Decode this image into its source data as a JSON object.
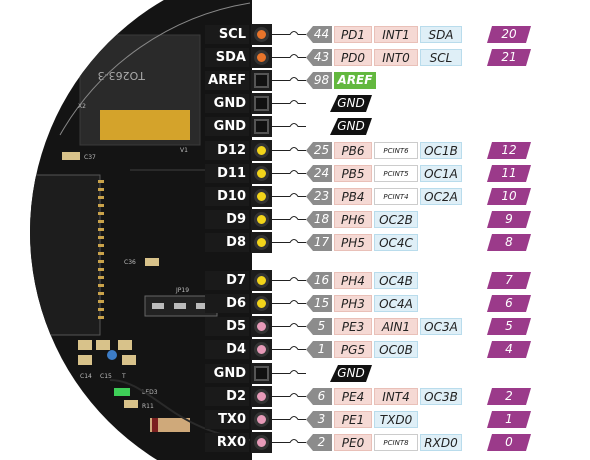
{
  "board_text": {
    "chip": "TO263-3",
    "jp": "JP19",
    "c37": "C37",
    "c36": "C36",
    "led": "LED3",
    "r11": "R11",
    "c14": "C14",
    "c15": "C15",
    "v1": "V1",
    "x2": "X2",
    "t": "T"
  },
  "colors": {
    "pin_orange": "#e8742a",
    "pin_yellow": "#f2d41a",
    "pin_pink": "#e79ab8",
    "num_gray": "#8c8c8c",
    "port_pink": "#f5d9d4",
    "alt_blue": "#dfeff7",
    "digital_purple": "#9b3a8a",
    "aref_green": "#63b83f"
  },
  "pins": [
    {
      "label": "SCL",
      "pin_color": "orange",
      "num": "44",
      "port": "PD1",
      "alt1": "INT1",
      "alt2": "SDA",
      "digital": "20"
    },
    {
      "label": "SDA",
      "pin_color": "orange",
      "num": "43",
      "port": "PD0",
      "alt1": "INT0",
      "alt2": "SCL",
      "digital": "21"
    },
    {
      "label": "AREF",
      "pin_color": "black",
      "num": "98",
      "aref": "AREF"
    },
    {
      "label": "GND",
      "pin_color": "black",
      "gnd": "GND"
    },
    {
      "label": "GND",
      "pin_color": "black",
      "gnd": "GND"
    },
    {
      "label": "D12",
      "pin_color": "yellow",
      "num": "25",
      "port": "PB6",
      "pcint": "PCINT6",
      "alt2": "OC1B",
      "digital": "12"
    },
    {
      "label": "D11",
      "pin_color": "yellow",
      "num": "24",
      "port": "PB5",
      "pcint": "PCINT5",
      "alt2": "OC1A",
      "digital": "11"
    },
    {
      "label": "D10",
      "pin_color": "yellow",
      "num": "23",
      "port": "PB4",
      "pcint": "PCINT4",
      "alt2": "OC2A",
      "digital": "10"
    },
    {
      "label": "D9",
      "pin_color": "yellow",
      "num": "18",
      "port": "PH6",
      "alt1b": "OC2B",
      "digital": "9"
    },
    {
      "label": "D8",
      "pin_color": "yellow",
      "num": "17",
      "port": "PH5",
      "alt1b": "OC4C",
      "digital": "8"
    },
    {
      "label": "D7",
      "pin_color": "yellow",
      "num": "16",
      "port": "PH4",
      "alt1b": "OC4B",
      "digital": "7"
    },
    {
      "label": "D6",
      "pin_color": "yellow",
      "num": "15",
      "port": "PH3",
      "alt1b": "OC4A",
      "digital": "6"
    },
    {
      "label": "D5",
      "pin_color": "pink",
      "num": "5",
      "port": "PE3",
      "alt1": "AIN1",
      "alt2": "OC3A",
      "digital": "5"
    },
    {
      "label": "D4",
      "pin_color": "pink",
      "num": "1",
      "port": "PG5",
      "alt1b": "OC0B",
      "digital": "4"
    },
    {
      "label": "GND",
      "pin_color": "black",
      "gnd": "GND"
    },
    {
      "label": "D2",
      "pin_color": "pink",
      "num": "6",
      "port": "PE4",
      "alt1": "INT4",
      "alt2": "OC3B",
      "digital": "2"
    },
    {
      "label": "TX0",
      "pin_color": "pink",
      "num": "3",
      "port": "PE1",
      "alt1b": "TXD0",
      "digital": "1"
    },
    {
      "label": "RX0",
      "pin_color": "pink",
      "num": "2",
      "port": "PE0",
      "pcint": "PCINT8",
      "alt2": "RXD0",
      "digital": "0"
    }
  ]
}
